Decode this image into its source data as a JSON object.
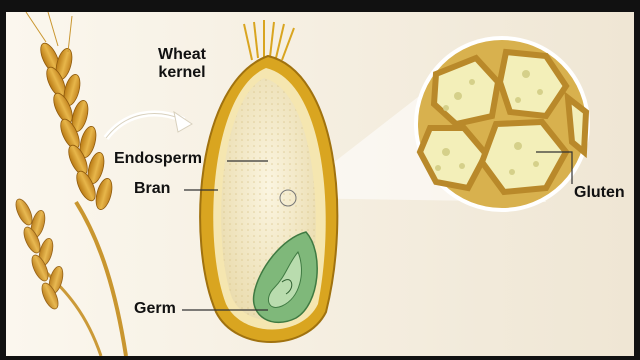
{
  "diagram": {
    "title_line1": "Wheat",
    "title_line2": "kernel",
    "labels": {
      "endosperm": "Endosperm",
      "bran": "Bran",
      "germ": "Germ",
      "gluten": "Gluten"
    }
  },
  "colors": {
    "background": "#f6efdf",
    "frame": "#111111",
    "kernel_outer": "#d9a520",
    "endosperm": "#f1e6c2",
    "germ": "#7fb87a",
    "wheat": "#d69a24"
  }
}
